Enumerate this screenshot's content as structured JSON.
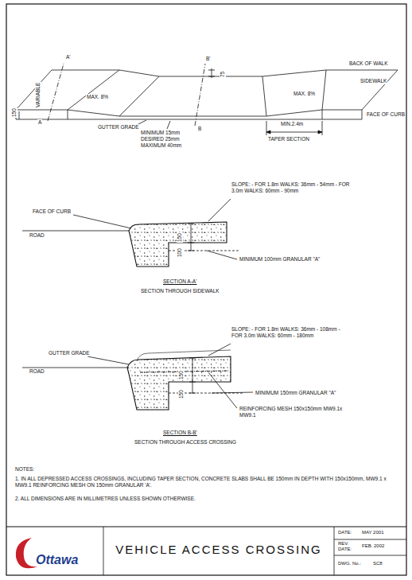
{
  "diagram": {
    "title": "VEHICLE ACCESS CROSSING",
    "labels": [
      "A'",
      "VARIABLE",
      "MAX. 8%",
      "B'",
      "75",
      "BACK OF WALK",
      "SIDEWALK",
      "MAX. 8%",
      "FACE OF CURB",
      "150",
      "A",
      "GUTTER GRADE",
      "B",
      "MINIMUM 15mm DESIRED 25mm MAXIMUM 40mm",
      "MIN.2.4m",
      "TAPER SECTION",
      "SLOPE: - FOR 1.8m WALKS: 36mm - 54mm - FOR 3.0m WALKS: 60mm - 90mm",
      "FACE OF CURB",
      "ROAD",
      "150",
      "100",
      "MINIMUM 100mm GRANULAR \"A\"",
      "SECTION A-A'",
      "SECTION THROUGH SIDEWALK",
      "SLOPE: - FOR 1.8m WALKS: 36mm - 108mm - FOR 3.0m WALKS: 60mm - 180mm",
      "GUTTER GRADE",
      "ROAD",
      "150",
      "150",
      "MINIMUM 150mm GRANULAR \"A\"",
      "REINFORCING MESH 150x150mm MW9.1x MW9.1",
      "SECTION B-B'",
      "SECTION THROUGH ACCESS CROSSING",
      "NOTES:",
      "1. IN ALL DEPRESSED ACCESS CROSSINGS, INCLUDING TAPER SECTION, CONCRETE SLABS SHALL BE 150mm IN DEPTH WITH 150x150mm, MW9.1 x MW9.1 REINFORCING MESH ON 150mm GRANULAR 'A'.",
      "2. ALL DIMENSIONS ARE IN MILLIMETRES UNLESS SHOWN OTHERWISE.",
      "Ottawa",
      "DATE:",
      "MAY 2001",
      "REV. DATE:",
      "FEB. 2002",
      "DWG. No.:",
      "SC8"
    ]
  }
}
